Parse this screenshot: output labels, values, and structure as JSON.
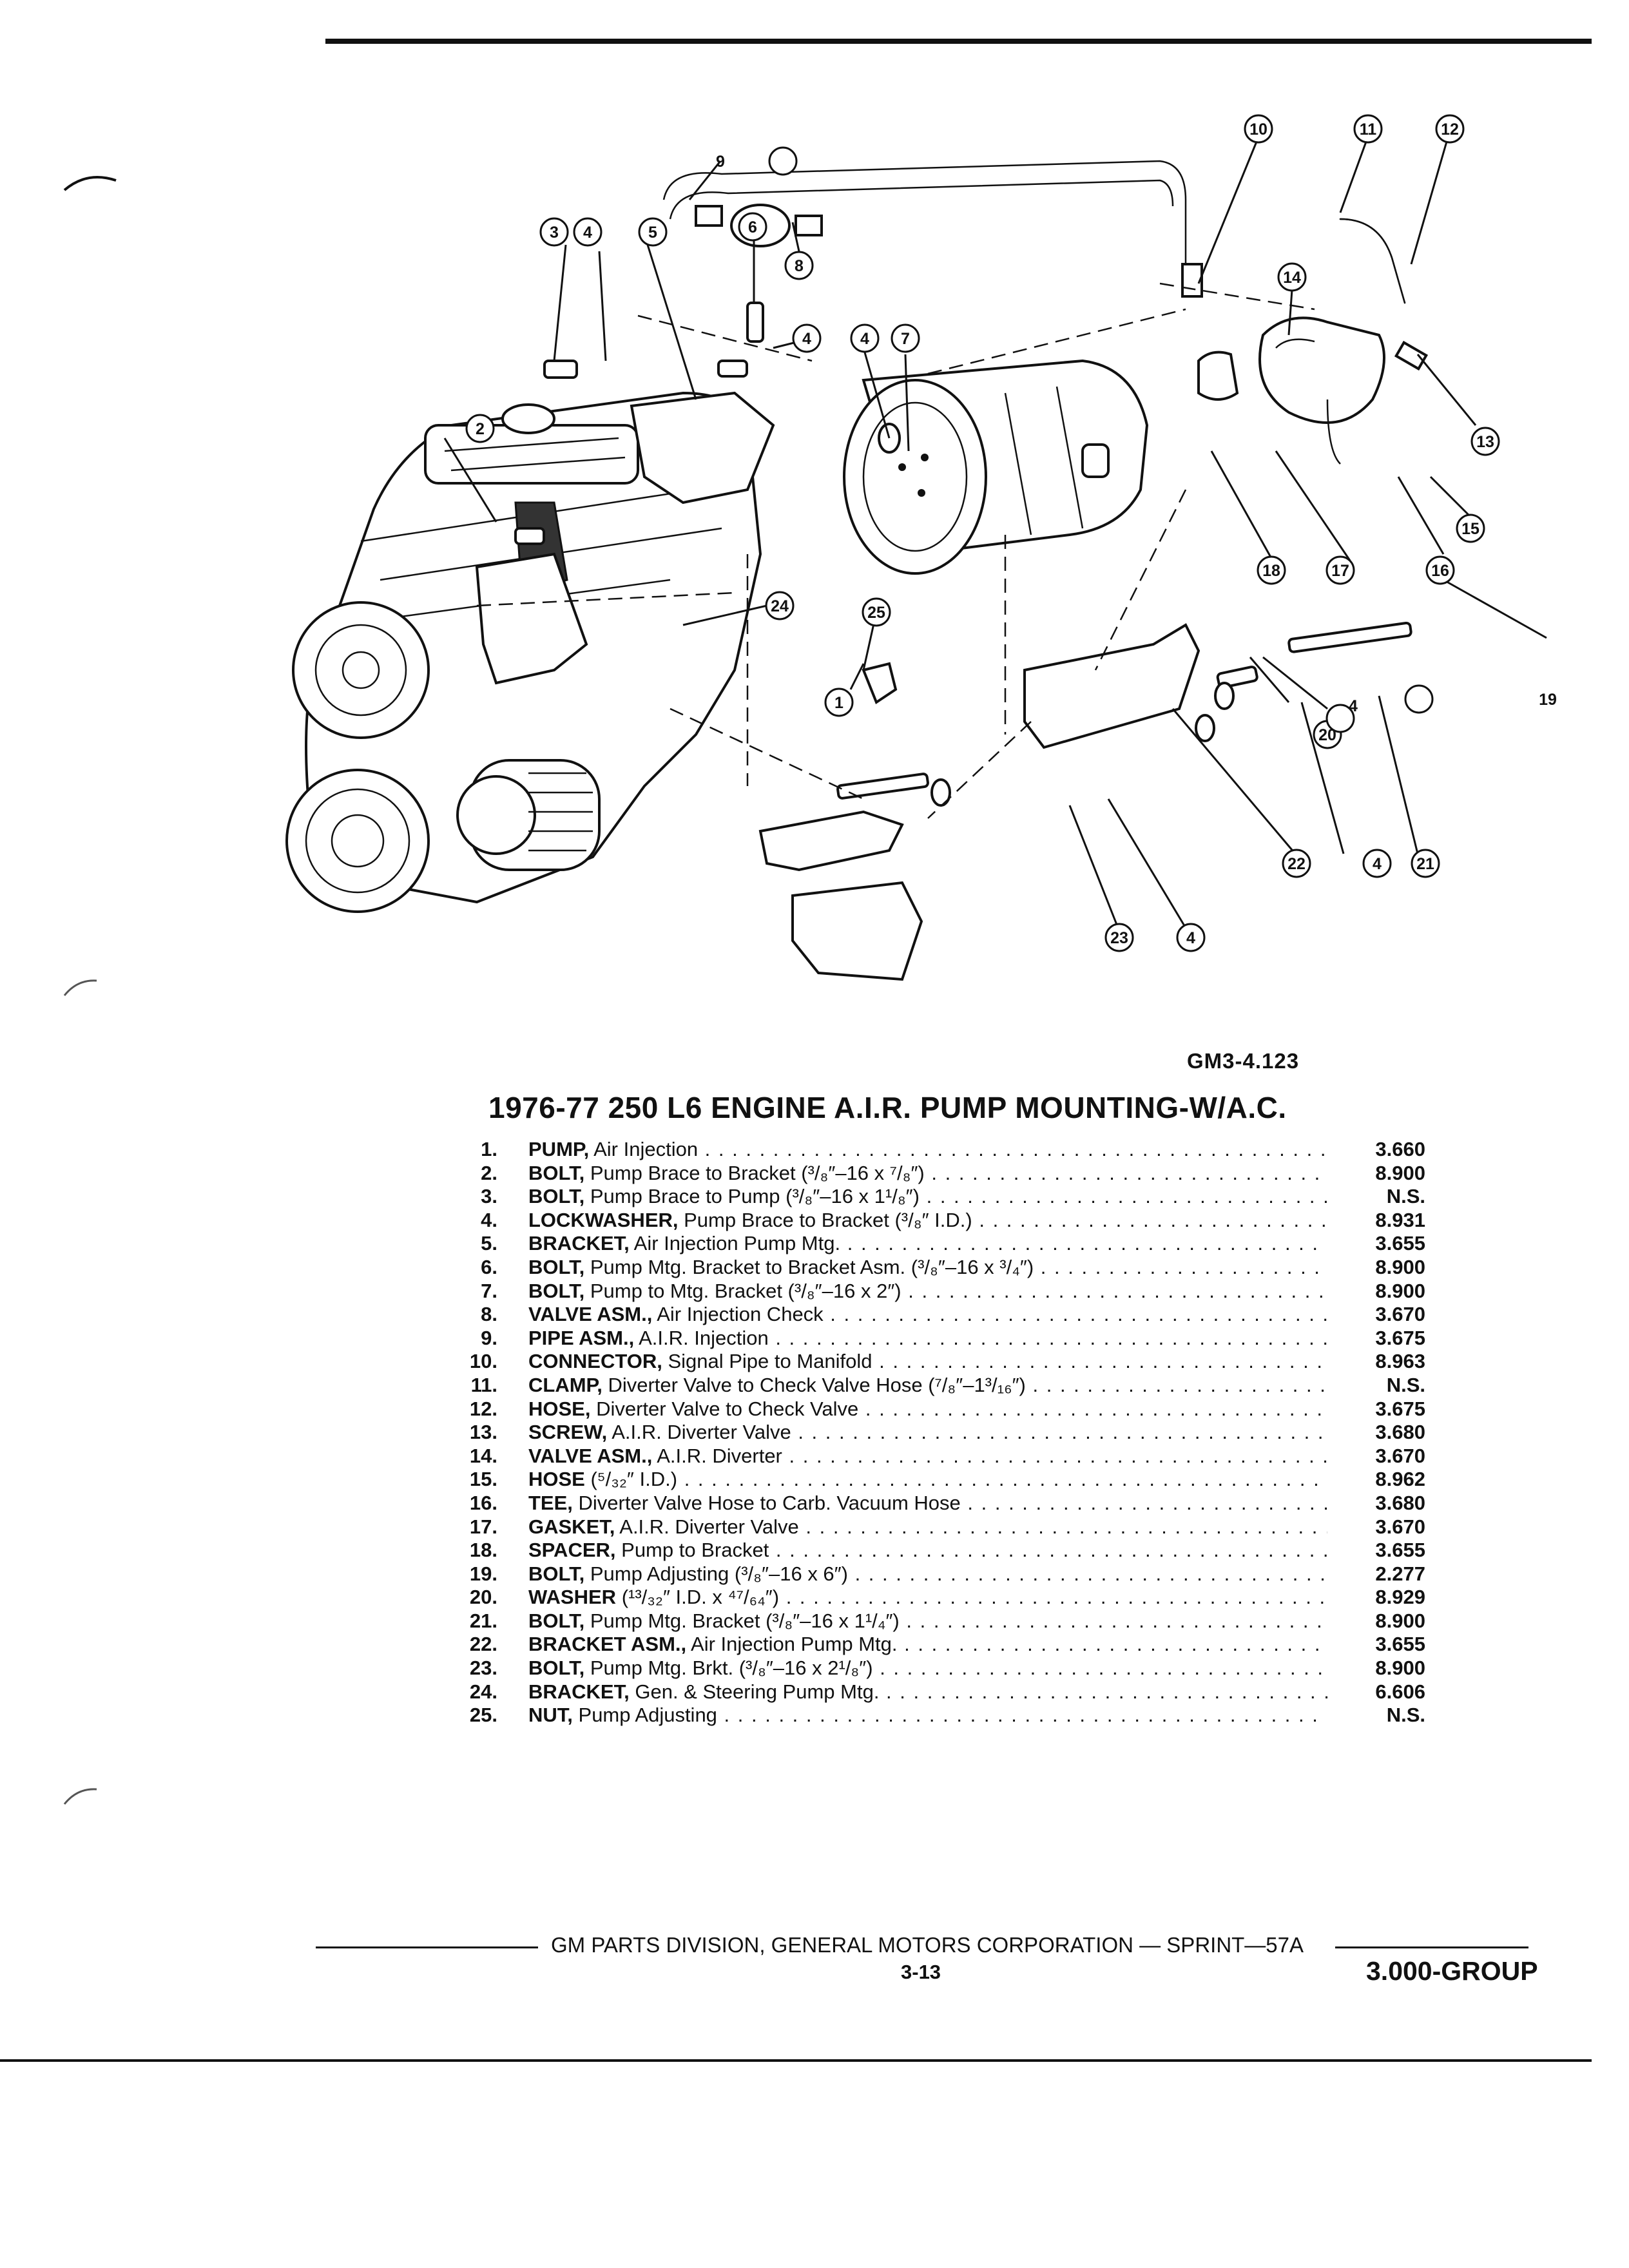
{
  "figure": {
    "code": "GM3-4.123",
    "callouts": [
      "1",
      "2",
      "3",
      "4",
      "5",
      "6",
      "7",
      "8",
      "9",
      "10",
      "11",
      "12",
      "13",
      "14",
      "15",
      "16",
      "17",
      "18",
      "19",
      "20",
      "21",
      "22",
      "23",
      "24",
      "25"
    ]
  },
  "parts_list": {
    "title": "1976-77 250 L6 ENGINE A.I.R. PUMP MOUNTING-W/A.C.",
    "items": [
      {
        "num": "1.",
        "name": "PUMP,",
        "desc": "Air Injection",
        "group": "3.660"
      },
      {
        "num": "2.",
        "name": "BOLT,",
        "desc": "Pump Brace to Bracket (³/₈″–16 x ⁷/₈″)",
        "group": "8.900"
      },
      {
        "num": "3.",
        "name": "BOLT,",
        "desc": "Pump Brace to Pump (³/₈″–16 x 1¹/₈″)",
        "group": "N.S."
      },
      {
        "num": "4.",
        "name": "LOCKWASHER,",
        "desc": "Pump Brace to Bracket (³/₈″ I.D.)",
        "group": "8.931"
      },
      {
        "num": "5.",
        "name": "BRACKET,",
        "desc": "Air Injection Pump Mtg.",
        "group": "3.655"
      },
      {
        "num": "6.",
        "name": "BOLT,",
        "desc": "Pump Mtg. Bracket to Bracket Asm. (³/₈″–16 x ³/₄″)",
        "group": "8.900"
      },
      {
        "num": "7.",
        "name": "BOLT,",
        "desc": "Pump to Mtg. Bracket (³/₈″–16 x 2″)",
        "group": "8.900"
      },
      {
        "num": "8.",
        "name": "VALVE ASM.,",
        "desc": "Air Injection Check",
        "group": "3.670"
      },
      {
        "num": "9.",
        "name": "PIPE ASM.,",
        "desc": "A.I.R. Injection",
        "group": "3.675"
      },
      {
        "num": "10.",
        "name": "CONNECTOR,",
        "desc": "Signal Pipe to Manifold",
        "group": "8.963"
      },
      {
        "num": "11.",
        "name": "CLAMP,",
        "desc": "Diverter Valve to Check Valve Hose (⁷/₈″–1³/₁₆″)",
        "group": "N.S."
      },
      {
        "num": "12.",
        "name": "HOSE,",
        "desc": "Diverter Valve to Check Valve",
        "group": "3.675"
      },
      {
        "num": "13.",
        "name": "SCREW,",
        "desc": "A.I.R. Diverter Valve",
        "group": "3.680"
      },
      {
        "num": "14.",
        "name": "VALVE ASM.,",
        "desc": "A.I.R. Diverter",
        "group": "3.670"
      },
      {
        "num": "15.",
        "name": "HOSE",
        "desc": "(⁵/₃₂″ I.D.)",
        "group": "8.962"
      },
      {
        "num": "16.",
        "name": "TEE,",
        "desc": "Diverter Valve Hose to Carb. Vacuum Hose",
        "group": "3.680"
      },
      {
        "num": "17.",
        "name": "GASKET,",
        "desc": "A.I.R. Diverter Valve",
        "group": "3.670"
      },
      {
        "num": "18.",
        "name": "SPACER,",
        "desc": "Pump to Bracket",
        "group": "3.655"
      },
      {
        "num": "19.",
        "name": "BOLT,",
        "desc": "Pump Adjusting (³/₈″–16 x 6″)",
        "group": "2.277"
      },
      {
        "num": "20.",
        "name": "WASHER",
        "desc": "(¹³/₃₂″ I.D. x ⁴⁷/₆₄″)",
        "group": "8.929"
      },
      {
        "num": "21.",
        "name": "BOLT,",
        "desc": "Pump Mtg. Bracket (³/₈″–16 x 1¹/₄″)",
        "group": "8.900"
      },
      {
        "num": "22.",
        "name": "BRACKET ASM.,",
        "desc": "Air Injection Pump Mtg.",
        "group": "3.655"
      },
      {
        "num": "23.",
        "name": "BOLT,",
        "desc": "Pump Mtg. Brkt. (³/₈″–16 x 2¹/₈″)",
        "group": "8.900"
      },
      {
        "num": "24.",
        "name": "BRACKET,",
        "desc": "Gen. & Steering Pump Mtg.",
        "group": "6.606"
      },
      {
        "num": "25.",
        "name": "NUT,",
        "desc": "Pump Adjusting",
        "group": "N.S."
      }
    ]
  },
  "footer": {
    "publisher": "GM PARTS DIVISION, GENERAL MOTORS CORPORATION — SPRINT—57A",
    "page": "3-13",
    "group_label": "3.000-GROUP"
  }
}
